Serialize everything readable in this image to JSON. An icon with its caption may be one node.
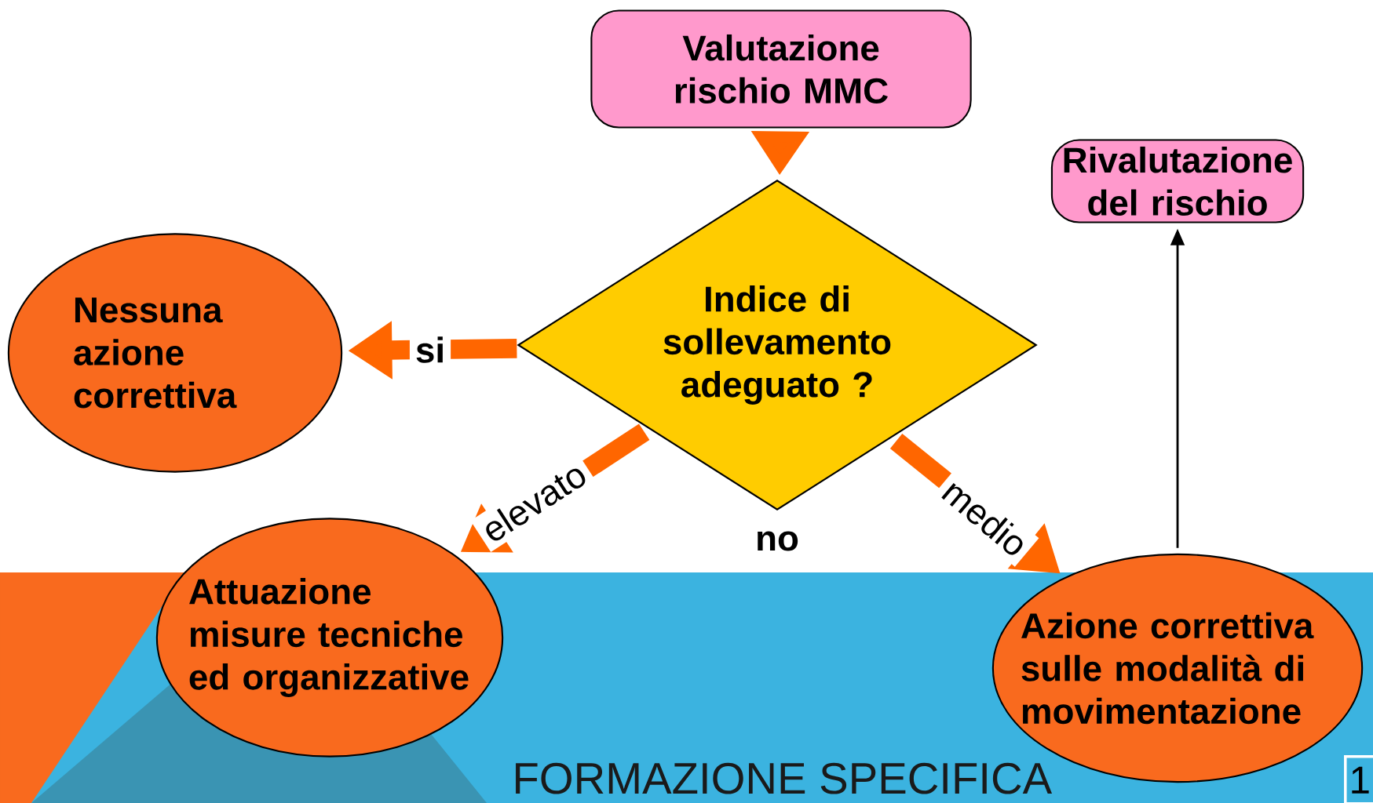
{
  "diagram": {
    "nodes": [
      {
        "text": [
          "Valutazione rischio MMC"
        ]
      },
      {
        "text": [
          "Rivalutazione del rischio"
        ]
      },
      {
        "text": [
          "Nessuna azione correttiva"
        ]
      },
      {
        "text": [
          "Indice di sollevamento adeguato ?"
        ],
        "beside": [
          "no"
        ]
      },
      {
        "text": [
          "Attuazione misure tecniche ed organizzative"
        ]
      },
      {
        "text": [
          "Azione correttiva sulle modalità di movimentazione"
        ]
      }
    ],
    "edges": [
      {
        "from": 0,
        "to": 3,
        "arrow": "to"
      },
      {
        "from": 3,
        "to": 2,
        "arrow": "to",
        "label": "si"
      },
      {
        "from": 3,
        "to": 4,
        "arrow": "to",
        "label": "elevato"
      },
      {
        "from": 3,
        "to": 5,
        "arrow": "to",
        "label": "medio"
      },
      {
        "from": 5,
        "to": 1,
        "arrow": "to",
        "color": "#000000"
      }
    ],
    "labels": [
      "FORMAZIONE SPECIFICA",
      "1"
    ]
  }
}
